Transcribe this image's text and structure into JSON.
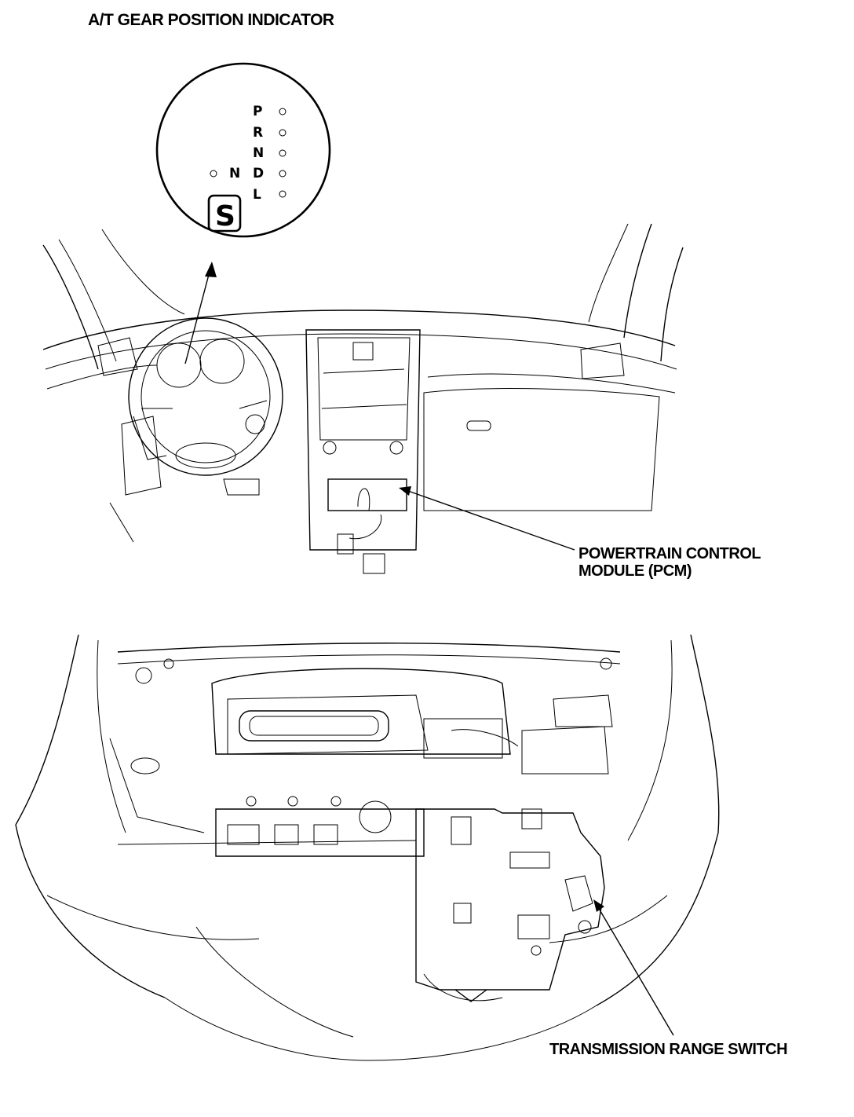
{
  "title": "A/T GEAR POSITION INDICATOR",
  "indicator": {
    "gears": [
      "P",
      "R",
      "N",
      "D",
      "L"
    ],
    "neutral_side": "N",
    "display_digit": "S"
  },
  "callouts": {
    "pcm_line1": "POWERTRAIN CONTROL",
    "pcm_line2": "MODULE (PCM)",
    "trs": "TRANSMISSION RANGE SWITCH"
  }
}
